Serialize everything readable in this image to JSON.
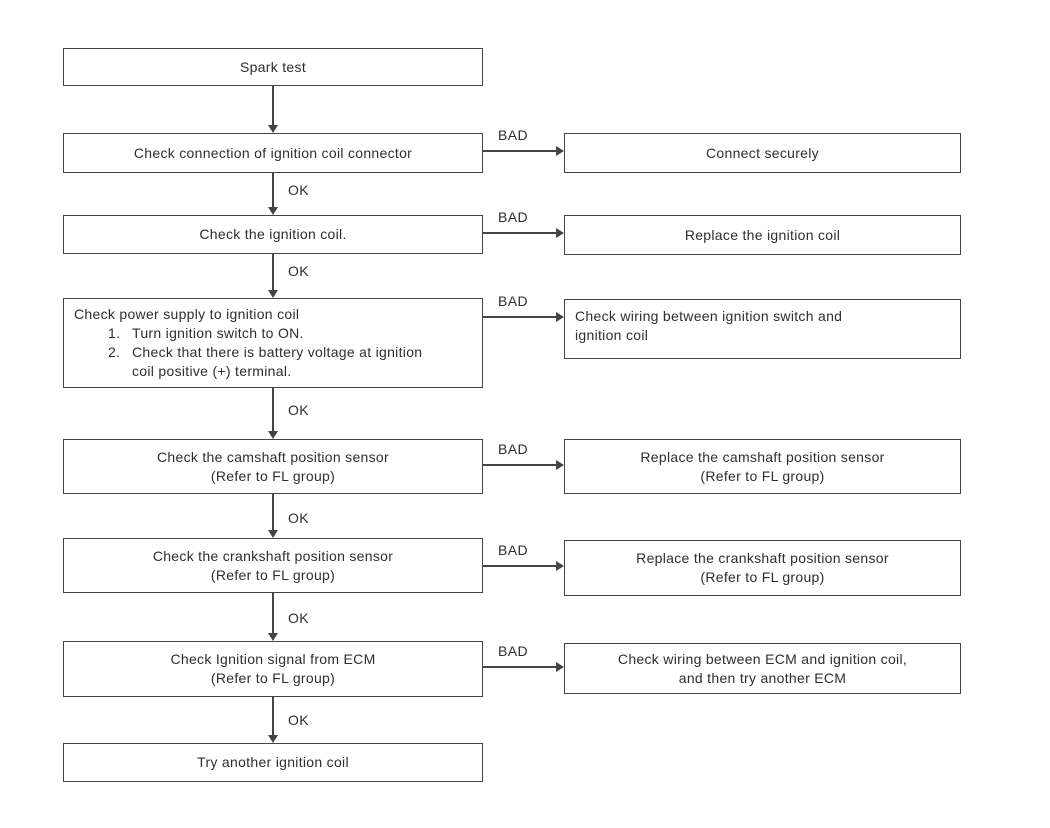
{
  "flow": {
    "ok_label": "OK",
    "bad_label": "BAD",
    "nodes": {
      "start": {
        "text": "Spark test"
      },
      "step1": {
        "text": "Check connection of ignition coil connector"
      },
      "result1": {
        "text": "Connect securely"
      },
      "step2": {
        "text": "Check the ignition coil."
      },
      "result2": {
        "text": "Replace the ignition coil"
      },
      "step3": {
        "text": "Check power supply to ignition coil",
        "numbers": [
          "1.",
          "2."
        ],
        "items": [
          "Turn ignition switch to ON.",
          "Check that there is battery voltage at ignition coil positive (+) terminal."
        ]
      },
      "result3": {
        "text": "Check wiring between ignition switch and",
        "sub": "ignition coil"
      },
      "step4": {
        "text": "Check the camshaft position sensor",
        "sub": "(Refer to FL group)"
      },
      "result4": {
        "text": "Replace the camshaft position sensor",
        "sub": "(Refer to FL group)"
      },
      "step5": {
        "text": "Check the crankshaft position sensor",
        "sub": "(Refer to FL group)"
      },
      "result5": {
        "text": "Replace the crankshaft position sensor",
        "sub": "(Refer to FL group)"
      },
      "step6": {
        "text": "Check Ignition signal from ECM",
        "sub": "(Refer to FL group)"
      },
      "result6": {
        "text": "Check wiring between ECM and ignition coil,",
        "sub": "and then try another ECM"
      },
      "end": {
        "text": "Try another ignition coil"
      }
    },
    "colors": {
      "line": "#454545",
      "text": "#2e2e2e",
      "background": "#ffffff"
    }
  }
}
